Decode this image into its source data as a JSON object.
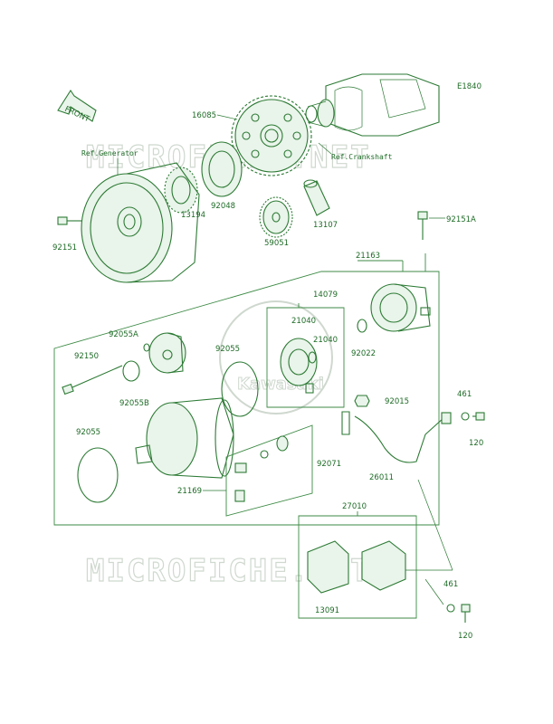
{
  "diagram_code": "E1840",
  "front_arrow_label": "FRONT",
  "watermark_text": "MICROFICHE.NET",
  "brand_watermark": "Kawasaki",
  "references": {
    "generator": "Ref.Generator",
    "crankshaft": "Ref.Crankshaft"
  },
  "parts": {
    "p16085": "16085",
    "p13194": "13194",
    "p92048": "92048",
    "p13107": "13107",
    "p59051": "59051",
    "p92151": "92151",
    "p92151A": "92151A",
    "p21163": "21163",
    "p14079": "14079",
    "p21040a": "21040",
    "p21040b": "21040",
    "p92022": "92022",
    "p92055A": "92055A",
    "p92150": "92150",
    "p92055B": "92055B",
    "p92055a": "92055",
    "p92055b": "92055",
    "p92015": "92015",
    "p461a": "461",
    "p120a": "120",
    "p92071": "92071",
    "p26011": "26011",
    "p21169": "21169",
    "p27010": "27010",
    "p13091": "13091",
    "p461b": "461",
    "p120b": "120"
  },
  "colors": {
    "line": "#2c7a34",
    "text": "#1e6b26",
    "watermark": "#cfd8cf"
  }
}
